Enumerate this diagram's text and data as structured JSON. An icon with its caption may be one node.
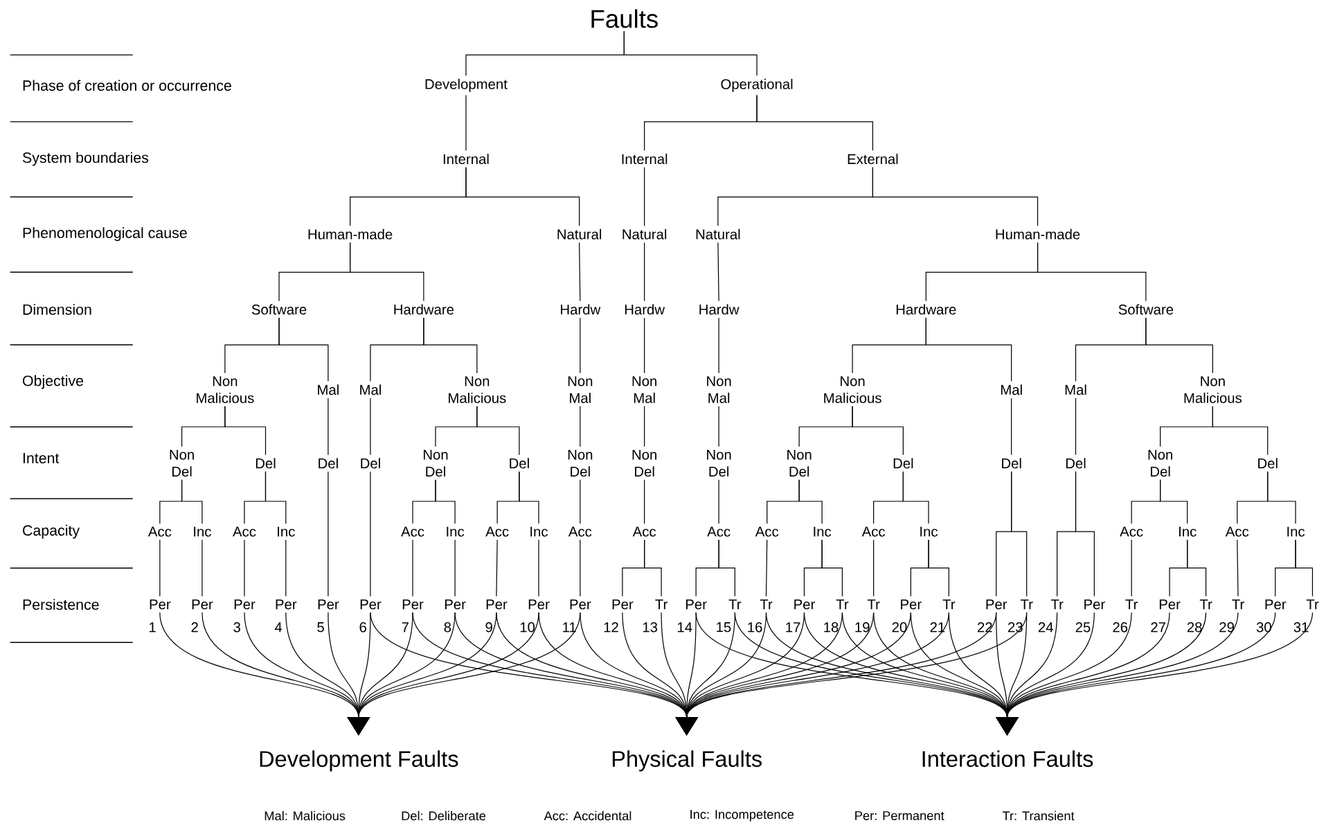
{
  "diagram": {
    "nodes": [
      {
        "text": [
          "Faults"
        ]
      },
      {
        "text": [
          "Development"
        ]
      },
      {
        "text": [
          "Operational"
        ]
      },
      {
        "text": [
          "Internal"
        ]
      },
      {
        "text": [
          "Internal"
        ]
      },
      {
        "text": [
          "External"
        ]
      },
      {
        "text": [
          "Human-made"
        ]
      },
      {
        "text": [
          "Natural"
        ]
      },
      {
        "text": [
          "Natural"
        ]
      },
      {
        "text": [
          "Natural"
        ]
      },
      {
        "text": [
          "Human-made"
        ]
      },
      {
        "text": [
          "Software"
        ]
      },
      {
        "text": [
          "Hardware"
        ]
      },
      {
        "text": [
          "Hardw"
        ]
      },
      {
        "text": [
          "Hardw"
        ]
      },
      {
        "text": [
          "Hardw"
        ]
      },
      {
        "text": [
          "Hardware"
        ]
      },
      {
        "text": [
          "Software"
        ]
      },
      {
        "text": [
          "Non Malicious"
        ]
      },
      {
        "text": [
          "Mal"
        ]
      },
      {
        "text": [
          "Mal"
        ]
      },
      {
        "text": [
          "Non Malicious"
        ]
      },
      {
        "text": [
          "Non Mal"
        ]
      },
      {
        "text": [
          "Non Mal"
        ]
      },
      {
        "text": [
          "Non Mal"
        ]
      },
      {
        "text": [
          "Non Malicious"
        ]
      },
      {
        "text": [
          "Mal"
        ]
      },
      {
        "text": [
          "Mal"
        ]
      },
      {
        "text": [
          "Non Malicious"
        ]
      },
      {
        "text": [
          "Non Del"
        ]
      },
      {
        "text": [
          "Del"
        ]
      },
      {
        "text": [
          "Del"
        ]
      },
      {
        "text": [
          "Del"
        ]
      },
      {
        "text": [
          "Non Del"
        ]
      },
      {
        "text": [
          "Del"
        ]
      },
      {
        "text": [
          "Non Del"
        ]
      },
      {
        "text": [
          "Non Del"
        ]
      },
      {
        "text": [
          "Non Del"
        ]
      },
      {
        "text": [
          "Non Del"
        ]
      },
      {
        "text": [
          "Del"
        ]
      },
      {
        "text": [
          "Del"
        ]
      },
      {
        "text": [
          "Del"
        ]
      },
      {
        "text": [
          "Non Del"
        ]
      },
      {
        "text": [
          "Del"
        ]
      },
      {
        "text": [
          "Acc"
        ]
      },
      {
        "text": [
          "Inc"
        ]
      },
      {
        "text": [
          "Acc"
        ]
      },
      {
        "text": [
          "Inc"
        ]
      },
      {
        "text": [
          "Acc"
        ]
      },
      {
        "text": [
          "Inc"
        ]
      },
      {
        "text": [
          "Acc"
        ]
      },
      {
        "text": [
          "Inc"
        ]
      },
      {
        "text": [
          "Acc"
        ]
      },
      {
        "text": [
          "Acc"
        ]
      },
      {
        "text": [
          "Acc"
        ]
      },
      {
        "text": [
          "Acc"
        ]
      },
      {
        "text": [
          "Inc"
        ]
      },
      {
        "text": [
          "Acc"
        ]
      },
      {
        "text": [
          "Inc"
        ]
      },
      {
        "text": [
          "Acc"
        ]
      },
      {
        "text": [
          "Inc"
        ]
      },
      {
        "text": [
          "Acc"
        ]
      },
      {
        "text": [
          "Inc"
        ]
      },
      {
        "text": [
          "Per"
        ],
        "beside": [
          "1"
        ]
      },
      {
        "text": [
          "Per"
        ],
        "beside": [
          "2"
        ]
      },
      {
        "text": [
          "Per"
        ],
        "beside": [
          "3"
        ]
      },
      {
        "text": [
          "Per"
        ],
        "beside": [
          "4"
        ]
      },
      {
        "text": [
          "Per"
        ],
        "beside": [
          "5"
        ]
      },
      {
        "text": [
          "Per"
        ],
        "beside": [
          "6"
        ]
      },
      {
        "text": [
          "Per"
        ],
        "beside": [
          "7"
        ]
      },
      {
        "text": [
          "Per"
        ],
        "beside": [
          "8"
        ]
      },
      {
        "text": [
          "Per"
        ],
        "beside": [
          "9"
        ]
      },
      {
        "text": [
          "Per"
        ],
        "beside": [
          "10"
        ]
      },
      {
        "text": [
          "Per"
        ],
        "beside": [
          "11"
        ]
      },
      {
        "text": [
          "Per"
        ],
        "beside": [
          "12"
        ]
      },
      {
        "text": [
          "Tr"
        ],
        "beside": [
          "13"
        ]
      },
      {
        "text": [
          "Per"
        ],
        "beside": [
          "14"
        ]
      },
      {
        "text": [
          "Tr"
        ],
        "beside": [
          "15"
        ]
      },
      {
        "text": [
          "Tr"
        ],
        "beside": [
          "16"
        ]
      },
      {
        "text": [
          "Per"
        ],
        "beside": [
          "17"
        ]
      },
      {
        "text": [
          "Tr"
        ],
        "beside": [
          "18"
        ]
      },
      {
        "text": [
          "Tr"
        ],
        "beside": [
          "19"
        ]
      },
      {
        "text": [
          "Per"
        ],
        "beside": [
          "20"
        ]
      },
      {
        "text": [
          "Tr"
        ],
        "beside": [
          "21"
        ]
      },
      {
        "text": [
          "Per"
        ],
        "beside": [
          "22"
        ]
      },
      {
        "text": [
          "Tr"
        ],
        "beside": [
          "23"
        ]
      },
      {
        "text": [
          "Tr"
        ],
        "beside": [
          "24"
        ]
      },
      {
        "text": [
          "Per"
        ],
        "beside": [
          "25"
        ]
      },
      {
        "text": [
          "Tr"
        ],
        "beside": [
          "26"
        ]
      },
      {
        "text": [
          "Per"
        ],
        "beside": [
          "27"
        ]
      },
      {
        "text": [
          "Tr"
        ],
        "beside": [
          "28"
        ]
      },
      {
        "text": [
          "Tr"
        ],
        "beside": [
          "29"
        ]
      },
      {
        "text": [
          "Per"
        ],
        "beside": [
          "30"
        ]
      },
      {
        "text": [
          "Tr"
        ],
        "beside": [
          "31"
        ]
      },
      {
        "text": [
          "Development Faults"
        ]
      },
      {
        "text": [
          "Physical Faults"
        ]
      },
      {
        "text": [
          "Interaction Faults"
        ]
      }
    ],
    "edges": [
      {
        "from": 0,
        "to": 1,
        "arrow": "none"
      },
      {
        "from": 0,
        "to": 2,
        "arrow": "none"
      },
      {
        "from": 1,
        "to": 3,
        "arrow": "none"
      },
      {
        "from": 2,
        "to": 4,
        "arrow": "none"
      },
      {
        "from": 2,
        "to": 5,
        "arrow": "none"
      },
      {
        "from": 3,
        "to": 6,
        "arrow": "none"
      },
      {
        "from": 3,
        "to": 7,
        "arrow": "none"
      },
      {
        "from": 4,
        "to": 8,
        "arrow": "none"
      },
      {
        "from": 5,
        "to": 9,
        "arrow": "none"
      },
      {
        "from": 5,
        "to": 10,
        "arrow": "none"
      },
      {
        "from": 6,
        "to": 11,
        "arrow": "none"
      },
      {
        "from": 6,
        "to": 12,
        "arrow": "none"
      },
      {
        "from": 7,
        "to": 13,
        "arrow": "none"
      },
      {
        "from": 8,
        "to": 14,
        "arrow": "none"
      },
      {
        "from": 9,
        "to": 15,
        "arrow": "none"
      },
      {
        "from": 10,
        "to": 16,
        "arrow": "none"
      },
      {
        "from": 10,
        "to": 17,
        "arrow": "none"
      },
      {
        "from": 11,
        "to": 18,
        "arrow": "none"
      },
      {
        "from": 11,
        "to": 19,
        "arrow": "none"
      },
      {
        "from": 12,
        "to": 20,
        "arrow": "none"
      },
      {
        "from": 12,
        "to": 21,
        "arrow": "none"
      },
      {
        "from": 13,
        "to": 22,
        "arrow": "none"
      },
      {
        "from": 14,
        "to": 23,
        "arrow": "none"
      },
      {
        "from": 15,
        "to": 24,
        "arrow": "none"
      },
      {
        "from": 16,
        "to": 25,
        "arrow": "none"
      },
      {
        "from": 16,
        "to": 26,
        "arrow": "none"
      },
      {
        "from": 17,
        "to": 27,
        "arrow": "none"
      },
      {
        "from": 17,
        "to": 28,
        "arrow": "none"
      },
      {
        "from": 18,
        "to": 29,
        "arrow": "none"
      },
      {
        "from": 18,
        "to": 30,
        "arrow": "none"
      },
      {
        "from": 19,
        "to": 31,
        "arrow": "none"
      },
      {
        "from": 20,
        "to": 32,
        "arrow": "none"
      },
      {
        "from": 21,
        "to": 33,
        "arrow": "none"
      },
      {
        "from": 21,
        "to": 34,
        "arrow": "none"
      },
      {
        "from": 22,
        "to": 35,
        "arrow": "none"
      },
      {
        "from": 23,
        "to": 36,
        "arrow": "none"
      },
      {
        "from": 24,
        "to": 37,
        "arrow": "none"
      },
      {
        "from": 25,
        "to": 38,
        "arrow": "none"
      },
      {
        "from": 25,
        "to": 39,
        "arrow": "none"
      },
      {
        "from": 26,
        "to": 40,
        "arrow": "none"
      },
      {
        "from": 27,
        "to": 41,
        "arrow": "none"
      },
      {
        "from": 28,
        "to": 42,
        "arrow": "none"
      },
      {
        "from": 28,
        "to": 43,
        "arrow": "none"
      },
      {
        "from": 29,
        "to": 44,
        "arrow": "none"
      },
      {
        "from": 29,
        "to": 45,
        "arrow": "none"
      },
      {
        "from": 30,
        "to": 46,
        "arrow": "none"
      },
      {
        "from": 30,
        "to": 47,
        "arrow": "none"
      },
      {
        "from": 33,
        "to": 48,
        "arrow": "none"
      },
      {
        "from": 33,
        "to": 49,
        "arrow": "none"
      },
      {
        "from": 34,
        "to": 50,
        "arrow": "none"
      },
      {
        "from": 34,
        "to": 51,
        "arrow": "none"
      },
      {
        "from": 35,
        "to": 52,
        "arrow": "none"
      },
      {
        "from": 36,
        "to": 53,
        "arrow": "none"
      },
      {
        "from": 37,
        "to": 54,
        "arrow": "none"
      },
      {
        "from": 38,
        "to": 55,
        "arrow": "none"
      },
      {
        "from": 38,
        "to": 56,
        "arrow": "none"
      },
      {
        "from": 39,
        "to": 57,
        "arrow": "none"
      },
      {
        "from": 39,
        "to": 58,
        "arrow": "none"
      },
      {
        "from": 42,
        "to": 59,
        "arrow": "none"
      },
      {
        "from": 42,
        "to": 60,
        "arrow": "none"
      },
      {
        "from": 43,
        "to": 61,
        "arrow": "none"
      },
      {
        "from": 43,
        "to": 62,
        "arrow": "none"
      },
      {
        "from": 44,
        "to": 63,
        "arrow": "none"
      },
      {
        "from": 45,
        "to": 64,
        "arrow": "none"
      },
      {
        "from": 46,
        "to": 65,
        "arrow": "none"
      },
      {
        "from": 47,
        "to": 66,
        "arrow": "none"
      },
      {
        "from": 31,
        "to": 67,
        "arrow": "none"
      },
      {
        "from": 32,
        "to": 68,
        "arrow": "none"
      },
      {
        "from": 48,
        "to": 69,
        "arrow": "none"
      },
      {
        "from": 49,
        "to": 70,
        "arrow": "none"
      },
      {
        "from": 50,
        "to": 71,
        "arrow": "none"
      },
      {
        "from": 51,
        "to": 72,
        "arrow": "none"
      },
      {
        "from": 52,
        "to": 73,
        "arrow": "none"
      },
      {
        "from": 53,
        "to": 74,
        "arrow": "none"
      },
      {
        "from": 53,
        "to": 75,
        "arrow": "none"
      },
      {
        "from": 54,
        "to": 76,
        "arrow": "none"
      },
      {
        "from": 54,
        "to": 77,
        "arrow": "none"
      },
      {
        "from": 55,
        "to": 78,
        "arrow": "none"
      },
      {
        "from": 56,
        "to": 79,
        "arrow": "none"
      },
      {
        "from": 56,
        "to": 80,
        "arrow": "none"
      },
      {
        "from": 57,
        "to": 81,
        "arrow": "none"
      },
      {
        "from": 58,
        "to": 82,
        "arrow": "none"
      },
      {
        "from": 58,
        "to": 83,
        "arrow": "none"
      },
      {
        "from": 40,
        "to": 84,
        "arrow": "none"
      },
      {
        "from": 40,
        "to": 85,
        "arrow": "none"
      },
      {
        "from": 41,
        "to": 86,
        "arrow": "none"
      },
      {
        "from": 41,
        "to": 87,
        "arrow": "none"
      },
      {
        "from": 59,
        "to": 88,
        "arrow": "none"
      },
      {
        "from": 60,
        "to": 89,
        "arrow": "none"
      },
      {
        "from": 60,
        "to": 90,
        "arrow": "none"
      },
      {
        "from": 61,
        "to": 91,
        "arrow": "none"
      },
      {
        "from": 62,
        "to": 92,
        "arrow": "none"
      },
      {
        "from": 62,
        "to": 93,
        "arrow": "none"
      },
      {
        "from": 63,
        "to": 94,
        "arrow": "to"
      },
      {
        "from": 64,
        "to": 94,
        "arrow": "to"
      },
      {
        "from": 65,
        "to": 94,
        "arrow": "to"
      },
      {
        "from": 66,
        "to": 94,
        "arrow": "to"
      },
      {
        "from": 67,
        "to": 94,
        "arrow": "to"
      },
      {
        "from": 68,
        "to": 94,
        "arrow": "to"
      },
      {
        "from": 69,
        "to": 94,
        "arrow": "to"
      },
      {
        "from": 70,
        "to": 94,
        "arrow": "to"
      },
      {
        "from": 71,
        "to": 94,
        "arrow": "to"
      },
      {
        "from": 72,
        "to": 94,
        "arrow": "to"
      },
      {
        "from": 73,
        "to": 94,
        "arrow": "to"
      },
      {
        "from": 68,
        "to": 95,
        "arrow": "to"
      },
      {
        "from": 69,
        "to": 95,
        "arrow": "to"
      },
      {
        "from": 70,
        "to": 95,
        "arrow": "to"
      },
      {
        "from": 71,
        "to": 95,
        "arrow": "to"
      },
      {
        "from": 72,
        "to": 95,
        "arrow": "to"
      },
      {
        "from": 73,
        "to": 95,
        "arrow": "to"
      },
      {
        "from": 74,
        "to": 95,
        "arrow": "to"
      },
      {
        "from": 75,
        "to": 95,
        "arrow": "to"
      },
      {
        "from": 76,
        "to": 95,
        "arrow": "to"
      },
      {
        "from": 77,
        "to": 95,
        "arrow": "to"
      },
      {
        "from": 78,
        "to": 95,
        "arrow": "to"
      },
      {
        "from": 79,
        "to": 95,
        "arrow": "to"
      },
      {
        "from": 80,
        "to": 95,
        "arrow": "to"
      },
      {
        "from": 81,
        "to": 95,
        "arrow": "to"
      },
      {
        "from": 82,
        "to": 95,
        "arrow": "to"
      },
      {
        "from": 83,
        "to": 95,
        "arrow": "to"
      },
      {
        "from": 84,
        "to": 95,
        "arrow": "to"
      },
      {
        "from": 85,
        "to": 95,
        "arrow": "to"
      },
      {
        "from": 76,
        "to": 96,
        "arrow": "to"
      },
      {
        "from": 77,
        "to": 96,
        "arrow": "to"
      },
      {
        "from": 78,
        "to": 96,
        "arrow": "to"
      },
      {
        "from": 79,
        "to": 96,
        "arrow": "to"
      },
      {
        "from": 80,
        "to": 96,
        "arrow": "to"
      },
      {
        "from": 81,
        "to": 96,
        "arrow": "to"
      },
      {
        "from": 82,
        "to": 96,
        "arrow": "to"
      },
      {
        "from": 83,
        "to": 96,
        "arrow": "to"
      },
      {
        "from": 84,
        "to": 96,
        "arrow": "to"
      },
      {
        "from": 85,
        "to": 96,
        "arrow": "to"
      },
      {
        "from": 86,
        "to": 96,
        "arrow": "to"
      },
      {
        "from": 87,
        "to": 96,
        "arrow": "to"
      },
      {
        "from": 88,
        "to": 96,
        "arrow": "to"
      },
      {
        "from": 89,
        "to": 96,
        "arrow": "to"
      },
      {
        "from": 90,
        "to": 96,
        "arrow": "to"
      },
      {
        "from": 91,
        "to": 96,
        "arrow": "to"
      },
      {
        "from": 92,
        "to": 96,
        "arrow": "to"
      },
      {
        "from": 93,
        "to": 96,
        "arrow": "to"
      }
    ],
    "labels": [
      "Phase of creation or occurrence",
      "System boundaries",
      "Phenomenological cause",
      "Dimension",
      "Objective",
      "Intent",
      "Capacity",
      "Persistence",
      "Mal: Malicious",
      "Del: Deliberate",
      "Acc: Accidental",
      "Inc: Incompetence",
      "Per: Permanent",
      "Tr: Transient"
    ]
  }
}
